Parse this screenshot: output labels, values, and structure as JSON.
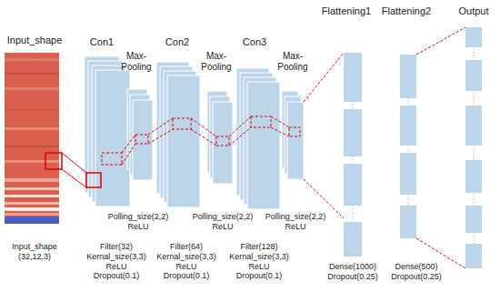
{
  "diagram": {
    "labels": [
      "Flattening1",
      "Flattening2",
      "Output",
      "Input_shape",
      "Con1",
      "Max- Pooling",
      "Con2",
      "Max- Pooling",
      "Con3",
      "Max- Pooling",
      "Polling_size(2,2) ReLU",
      "Polling_size(2,2) ReLU",
      "Polling_size(2,2) ReLU",
      "Input_shape (32,12,3)",
      "Filter(32) Kernal_size(3,3) ReLU Dropout(0.1)",
      "Filter(64) Kernal_size(3,3) ReLU Dropout(0.1)",
      "Filter(128) Kernal_size(3,3) ReLU Dropout(0.1)",
      "Dense(1000) Dropout(0.25)",
      "Dense(500) Dropout(0.25)"
    ]
  }
}
